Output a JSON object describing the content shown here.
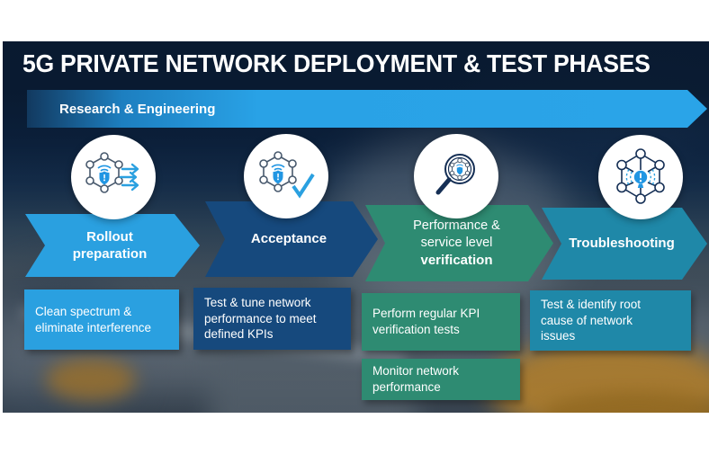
{
  "title": "5G PRIVATE NETWORK DEPLOYMENT & TEST PHASES",
  "banner": {
    "label": "Research & Engineering",
    "color": "#29a2e6"
  },
  "phases": [
    {
      "id": "rollout-preparation",
      "label_lines": [
        "Rollout",
        "preparation"
      ],
      "color": "#2aa0e0",
      "icon": "network-arrows-icon",
      "notes": [
        "Clean spectrum & eliminate interference"
      ]
    },
    {
      "id": "acceptance",
      "label_lines": [
        "Acceptance"
      ],
      "color": "#16497d",
      "icon": "network-check-icon",
      "notes": [
        "Test & tune network performance to meet defined KPIs"
      ]
    },
    {
      "id": "performance-service-level-verification",
      "label_lines": [
        "Performance &",
        "service level",
        "verification"
      ],
      "color": "#2e8b72",
      "icon": "network-magnifier-icon",
      "notes": [
        "Perform regular KPI verification tests",
        "Monitor network performance"
      ]
    },
    {
      "id": "troubleshooting",
      "label_lines": [
        "Troubleshooting"
      ],
      "color": "#1f88a8",
      "icon": "network-alert-icon",
      "notes": [
        "Test & identify root cause of network issues"
      ]
    }
  ]
}
